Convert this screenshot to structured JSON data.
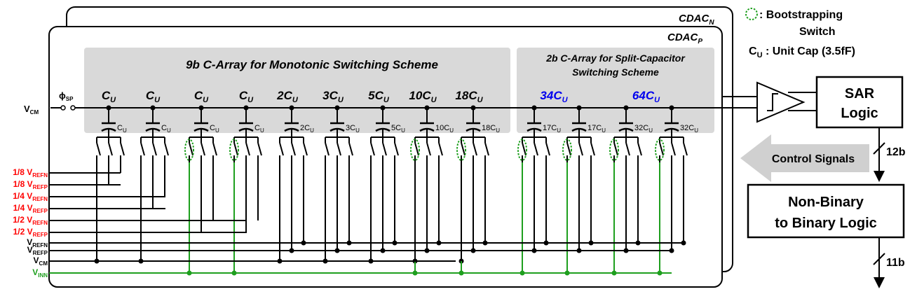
{
  "cdac_n": {
    "base": "CDAC",
    "sub": "N"
  },
  "cdac_p": {
    "base": "CDAC",
    "sub": "P"
  },
  "legend": {
    "bootstrap_line1": ": Bootstrapping",
    "bootstrap_line2": "Switch",
    "unit_cap_base": "C",
    "unit_cap_sub": "U",
    "unit_cap_rest": " : Unit Cap (3.5fF)"
  },
  "array_9b_title": "9b C-Array for Monotonic Switching Scheme",
  "array_2b_title_line1": "2b C-Array for Split-Capacitor",
  "array_2b_title_line2": "Switching Scheme",
  "vcm_in": {
    "base": "V",
    "sub": "CM"
  },
  "phi_sp": {
    "base": "ϕ",
    "sub": "SP"
  },
  "caps_9b": [
    {
      "coef": "",
      "cap": ""
    },
    {
      "coef": "",
      "cap": ""
    },
    {
      "coef": "",
      "cap": ""
    },
    {
      "coef": "",
      "cap": ""
    },
    {
      "coef": "2",
      "cap": "2"
    },
    {
      "coef": "3",
      "cap": "3"
    },
    {
      "coef": "5",
      "cap": "5"
    },
    {
      "coef": "10",
      "cap": "10"
    },
    {
      "coef": "18",
      "cap": "18"
    }
  ],
  "caps_2b": [
    {
      "coef": "34",
      "left_cap": "17",
      "right_cap": "17"
    },
    {
      "coef": "64",
      "left_cap": "32",
      "right_cap": "32"
    }
  ],
  "ref_rails": [
    {
      "frac": "1/8",
      "base": "V",
      "sub": "REFN",
      "color": "#ff0000"
    },
    {
      "frac": "1/8",
      "base": "V",
      "sub": "REFP",
      "color": "#ff0000"
    },
    {
      "frac": "1/4",
      "base": "V",
      "sub": "REFN",
      "color": "#ff0000"
    },
    {
      "frac": "1/4",
      "base": "V",
      "sub": "REFP",
      "color": "#ff0000"
    },
    {
      "frac": "1/2",
      "base": "V",
      "sub": "REFN",
      "color": "#ff0000"
    },
    {
      "frac": "1/2",
      "base": "V",
      "sub": "REFP",
      "color": "#ff0000"
    },
    {
      "frac": "",
      "base": "V",
      "sub": "REFN",
      "color": "#000000"
    },
    {
      "frac": "",
      "base": "V",
      "sub": "REFP",
      "color": "#000000"
    },
    {
      "frac": "",
      "base": "V",
      "sub": "CM",
      "color": "#000000"
    },
    {
      "frac": "",
      "base": "V",
      "sub": "INN",
      "color": "#1e9f1e"
    }
  ],
  "sar_logic": {
    "line1": "SAR",
    "line2": "Logic"
  },
  "control_signals": "Control Signals",
  "bus_12b": "12b",
  "nb_logic": {
    "line1": "Non-Binary",
    "line2": "to Binary Logic"
  },
  "bus_11b": "11b",
  "colors": {
    "accent_blue": "#0000ee",
    "green": "#1e9f1e",
    "red": "#ff0000",
    "gray_box": "#d9d9d9"
  }
}
